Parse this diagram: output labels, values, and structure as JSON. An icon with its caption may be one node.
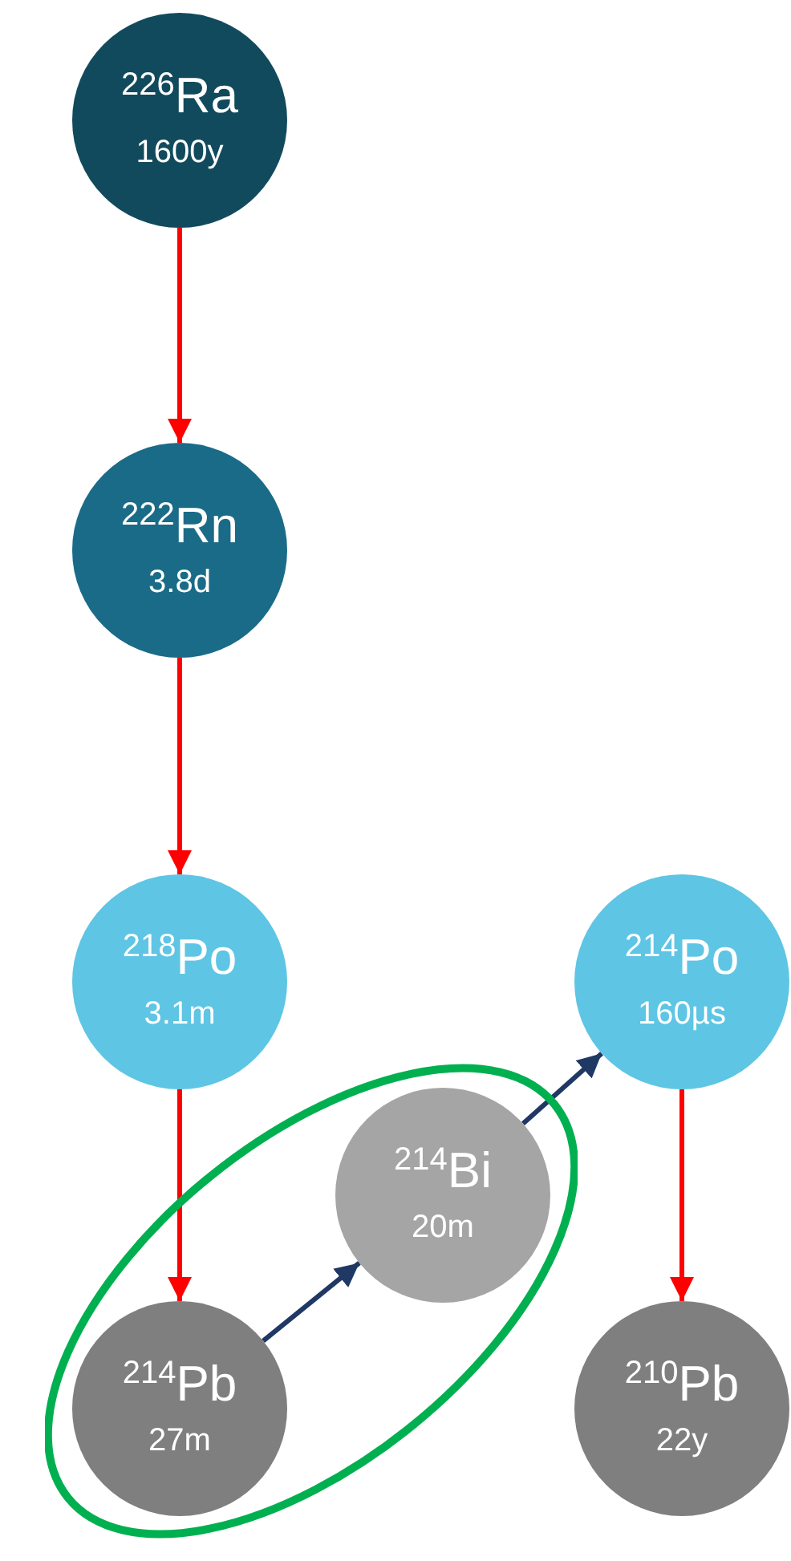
{
  "diagram": {
    "nodes": [
      {
        "text": [
          "$^{226}$Ra",
          "1600y"
        ]
      },
      {
        "text": [
          "$^{222}$Rn",
          "3.8d"
        ]
      },
      {
        "text": [
          "$^{218}$Po",
          "3.1m"
        ]
      },
      {
        "text": [
          "$^{214}$Po",
          "160µs"
        ]
      },
      {
        "text": [],
        "shape": "ellipse"
      },
      {
        "text": [
          "$^{214}$Bi",
          "20m"
        ],
        "in": 4
      },
      {
        "text": [
          "$^{214}$Pb",
          "27m"
        ],
        "in": 4
      },
      {
        "text": [
          "$^{210}$Pb",
          "22y"
        ]
      }
    ],
    "edges": [
      {
        "from": 0,
        "to": 1,
        "arrow": "to"
      },
      {
        "from": 1,
        "to": 2,
        "arrow": "to"
      },
      {
        "from": 2,
        "to": 6,
        "arrow": "to"
      },
      {
        "from": 6,
        "to": 5,
        "arrow": "to",
        "color": "#1f3864"
      },
      {
        "from": 5,
        "to": 3,
        "arrow": "to",
        "color": "#1f3864"
      },
      {
        "from": 3,
        "to": 7,
        "arrow": "to"
      }
    ]
  }
}
